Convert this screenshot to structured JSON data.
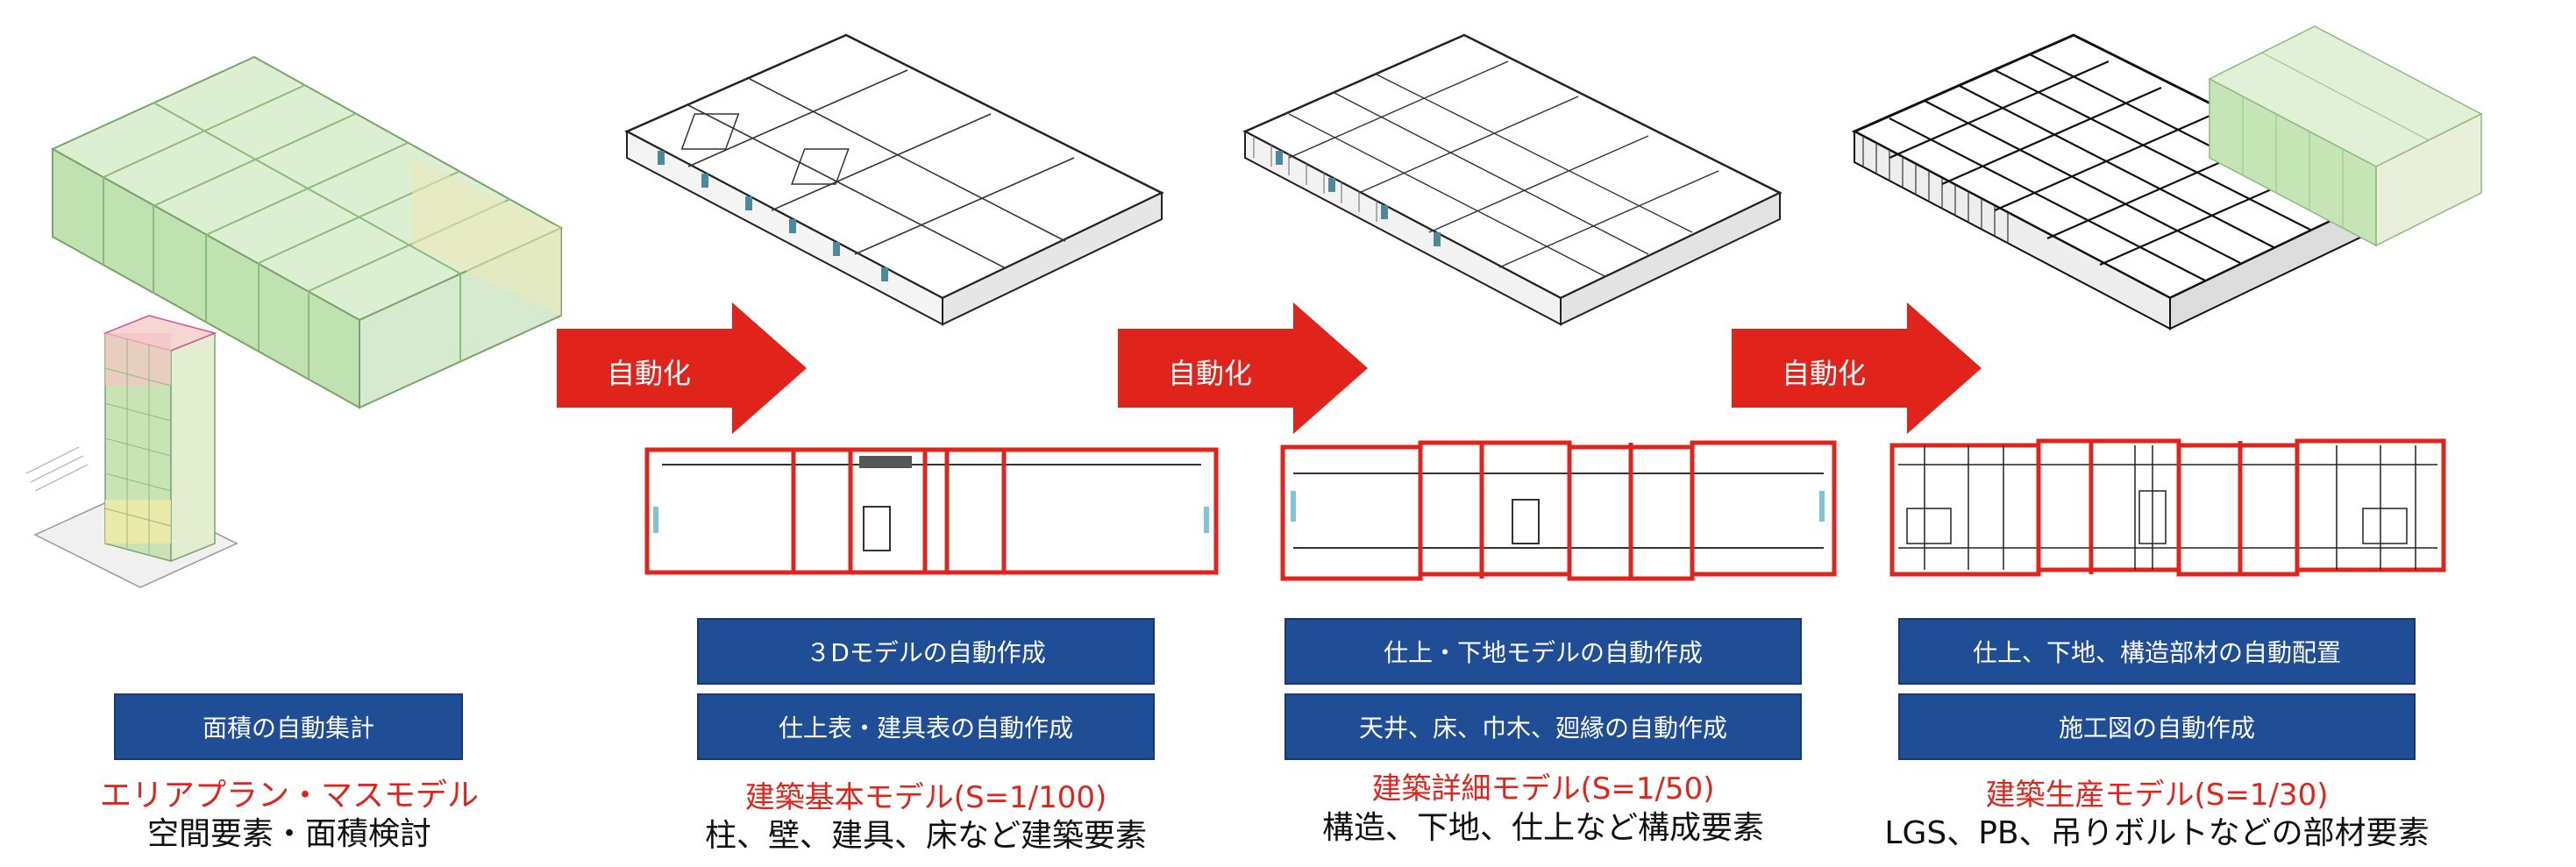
{
  "arrows": [
    {
      "label": "自動化"
    },
    {
      "label": "自動化"
    },
    {
      "label": "自動化"
    }
  ],
  "columns": [
    {
      "title": "エリアプラン・マスモデル",
      "subtitle": "空間要素・面積検討",
      "boxes": [
        "面積の自動集計"
      ]
    },
    {
      "title": "建築基本モデル(S=1/100)",
      "subtitle": "柱、壁、建具、床など建築要素",
      "boxes": [
        "３Dモデルの自動作成",
        "仕上表・建具表の自動作成"
      ]
    },
    {
      "title": "建築詳細モデル(S=1/50)",
      "subtitle": "構造、下地、仕上など構成要素",
      "boxes": [
        "仕上・下地モデルの自動作成",
        "天井、床、巾木、廻縁の自動作成"
      ]
    },
    {
      "title": "建築生産モデル(S=1/30)",
      "subtitle": "LGS、PB、吊りボルトなどの部材要素",
      "boxes": [
        "仕上、下地、構造部材の自動配置",
        "施工図の自動作成"
      ]
    }
  ],
  "colors": {
    "accent_red": "#e0241b",
    "box_blue": "#1f4e97",
    "mass_green": "#b9dfa8"
  }
}
